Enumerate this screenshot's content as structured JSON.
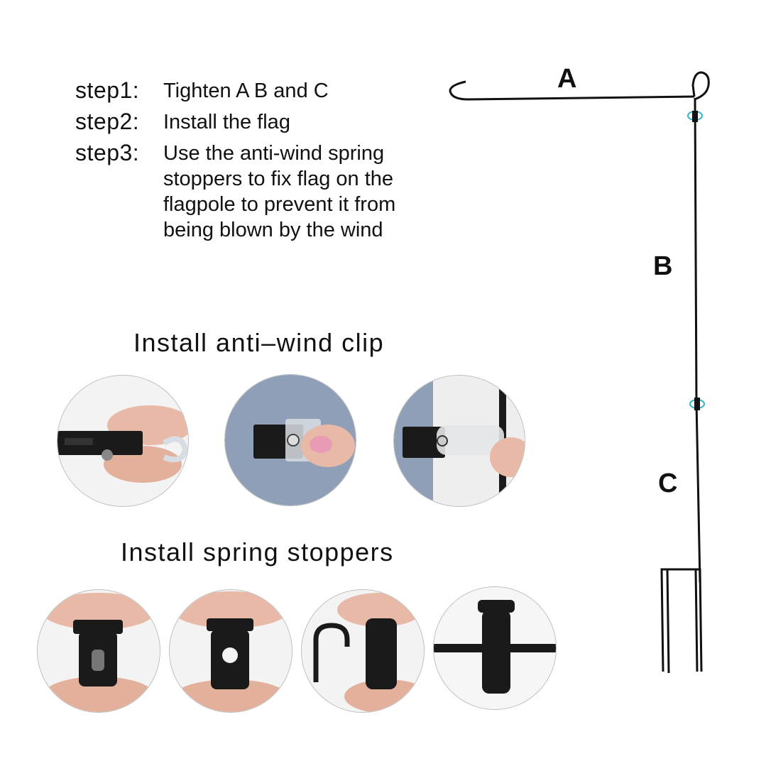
{
  "steps": [
    {
      "label": "step1:",
      "text": "Tighten A B and C"
    },
    {
      "label": "step2:",
      "text": "Install the flag"
    },
    {
      "label": "step3:",
      "text": "Use the anti-wind spring stoppers to fix flag on the flagpole to prevent it from being blown by the wind"
    }
  ],
  "sections": {
    "clip_heading": "Install anti–wind clip",
    "stopper_heading": "Install spring stoppers"
  },
  "pole": {
    "label_a": "A",
    "label_b": "B",
    "label_c": "C"
  },
  "colors": {
    "pole": "#111111",
    "stopper_accent": "#33b5c9",
    "clip_black": "#1a1a1a",
    "skin": "#e7b9a6",
    "fabric": "#8f9fb8"
  }
}
